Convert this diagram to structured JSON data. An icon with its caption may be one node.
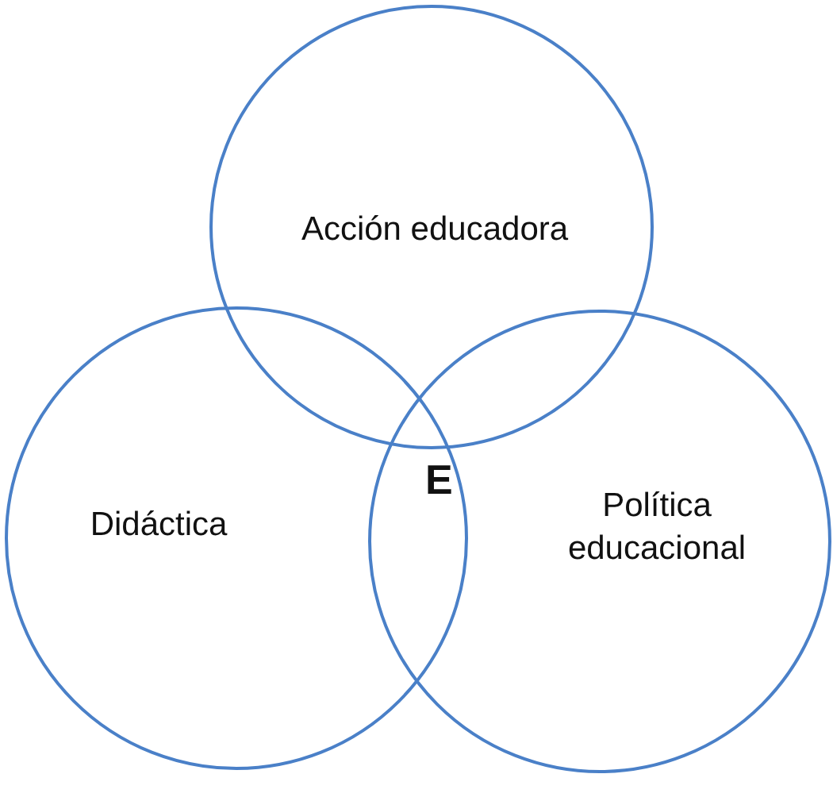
{
  "diagram": {
    "nodes": [
      {
        "text": [
          "Acción educadora"
        ]
      },
      {
        "text": [
          "Didáctica"
        ]
      },
      {
        "text": [
          "Política educacional"
        ]
      }
    ],
    "edges": [],
    "labels": [
      "E"
    ]
  }
}
